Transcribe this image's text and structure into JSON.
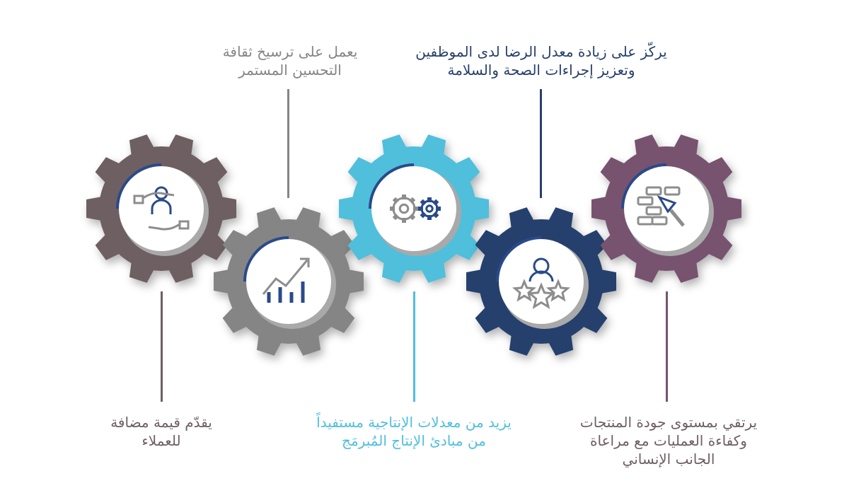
{
  "colors": {
    "brown": "#6e5e62",
    "gray": "#858585",
    "light_blue": "#4fbfdc",
    "navy": "#273f6d",
    "purple": "#775370",
    "accent_arc": "#2a4a8a"
  },
  "steps": [
    {
      "id": "customers",
      "color": "#6e5e62",
      "icon": "hands-person-icon",
      "text_lines": [
        "يقدّم قيمة مضافة",
        "للعملاء"
      ]
    },
    {
      "id": "improvement",
      "color": "#858585",
      "icon": "growth-chart-icon",
      "text_lines": [
        "يعمل على ترسيخ ثقافة",
        "التحسين المستمر"
      ]
    },
    {
      "id": "productivity",
      "color": "#4fbfdc",
      "icon": "gears-icon",
      "text_lines": [
        "يزيد من معدلات الإنتاجية مستفيداً",
        "من مبادئ الإنتاج المُبرمَج"
      ]
    },
    {
      "id": "satisfaction",
      "color": "#273f6d",
      "icon": "person-stars-icon",
      "text_lines": [
        "يركّز على زيادة معدل الرضا لدى الموظفين",
        "وتعزيز إجراءات الصحة والسلامة"
      ]
    },
    {
      "id": "quality",
      "color": "#775370",
      "icon": "bricks-trowel-icon",
      "text_lines": [
        "يرتقي بمستوى جودة المنتجات",
        "وكفاءة العمليات مع مراعاة",
        "الجانب الإنساني"
      ]
    }
  ]
}
